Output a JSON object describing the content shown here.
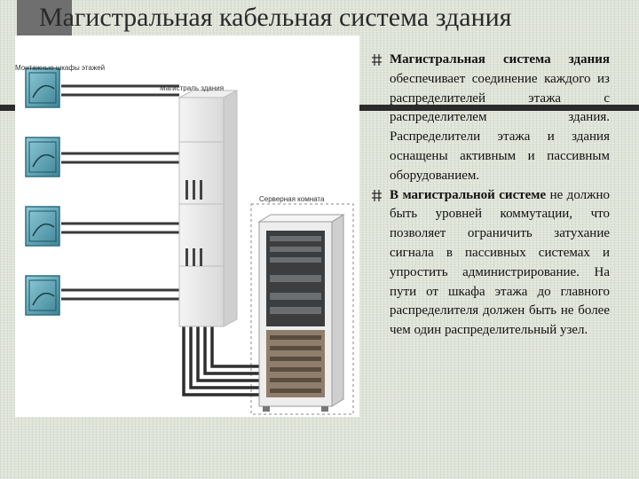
{
  "slide": {
    "title": "Магистральная кабельная система здания"
  },
  "figure": {
    "captions": {
      "floor_cabinets": "Монтажные шкафы этажей",
      "building_backbone": "Магистраль здания",
      "server_room": "Серверная комната"
    }
  },
  "bullets": [
    {
      "bold_text": "Магистральная система здания",
      "text": " обеспечивает соединение каждого из распределителей этажа с распределителем здания. Распределители этажа и здания оснащены активным и пассивным оборудованием."
    },
    {
      "bold_text": "В магистральной системе",
      "text": " не должно быть уровней коммутации, что позволяет ограничить затухание сигнала в пассивных системах и упростить администрирование. На пути от шкафа этажа до главного распределителя должен быть не более чем один распределительный узел."
    }
  ],
  "colors": {
    "cabinet_teal": "#4f9bb0",
    "bar": "#2b2b2b"
  }
}
